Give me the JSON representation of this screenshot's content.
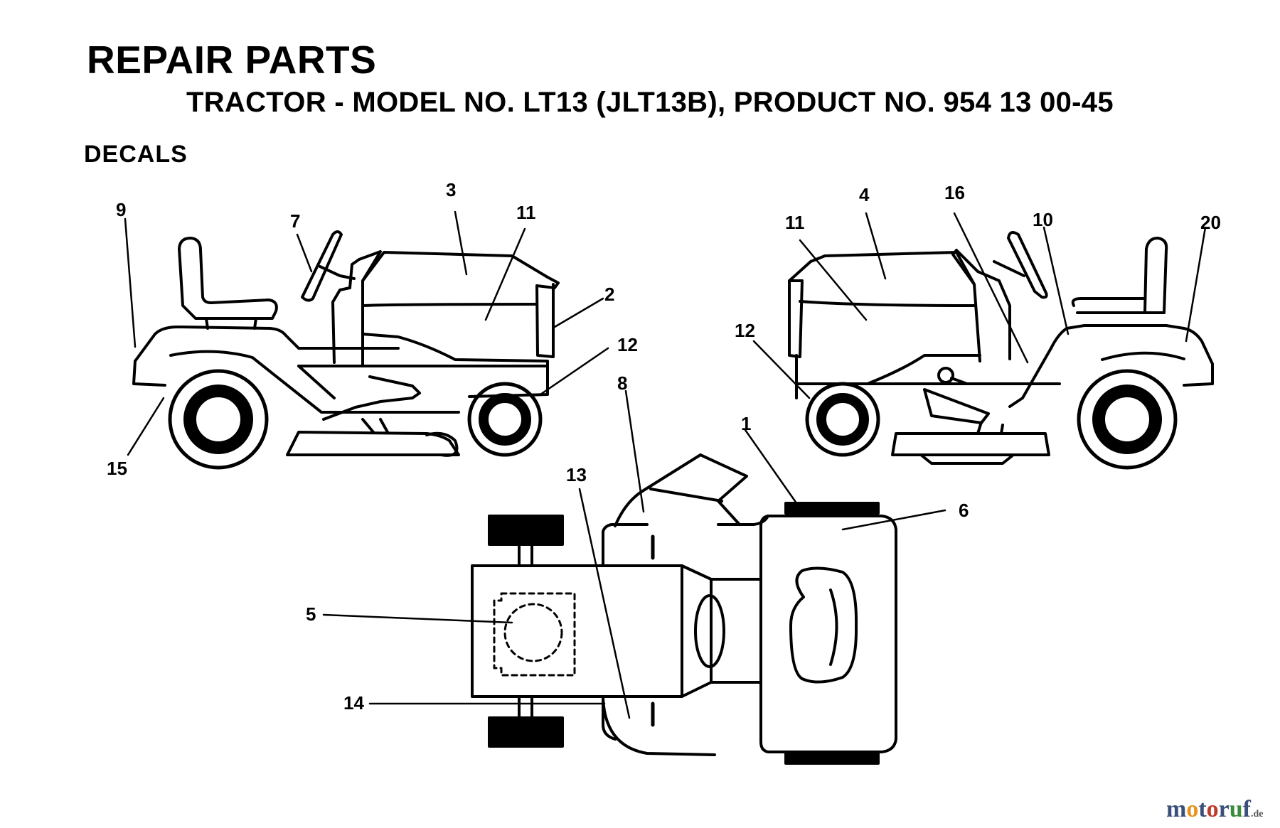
{
  "header": {
    "title": "REPAIR PARTS",
    "subtitle": "TRACTOR - MODEL NO. LT13 (JLT13B), PRODUCT NO. 954 13 00-45",
    "section": "DECALS"
  },
  "callouts": {
    "c1": "1",
    "c2": "2",
    "c3": "3",
    "c4": "4",
    "c5": "5",
    "c6": "6",
    "c7": "7",
    "c8": "8",
    "c9": "9",
    "c10": "10",
    "c11a": "11",
    "c11b": "11",
    "c12a": "12",
    "c12b": "12",
    "c13": "13",
    "c14": "14",
    "c15": "15",
    "c16": "16",
    "c20": "20"
  },
  "watermark": {
    "m": "m",
    "o1": "o",
    "t": "t",
    "o2": "o",
    "r": "r",
    "u": "u",
    "f": "f",
    "de": ".de"
  }
}
